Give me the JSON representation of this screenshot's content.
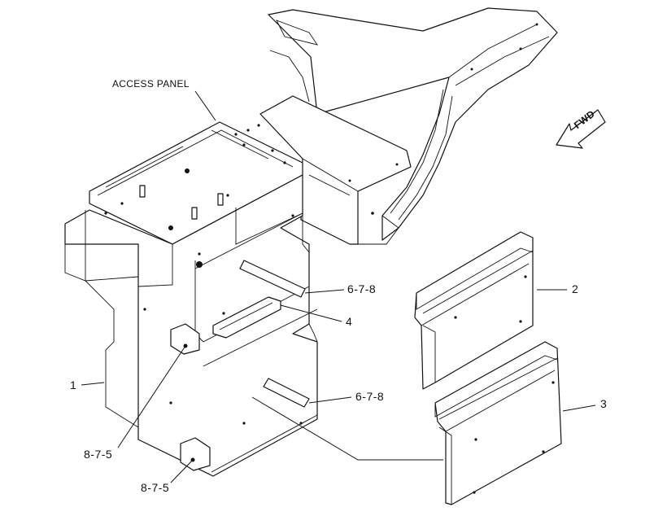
{
  "callouts": {
    "access_panel": "ACCESS PANEL",
    "fwd": "FWD",
    "part_1": "1",
    "part_2": "2",
    "part_3": "3",
    "part_4": "4",
    "ref_678_upper": "6-7-8",
    "ref_678_lower": "6-7-8",
    "ref_875_upper": "8-7-5",
    "ref_875_lower": "8-7-5"
  }
}
